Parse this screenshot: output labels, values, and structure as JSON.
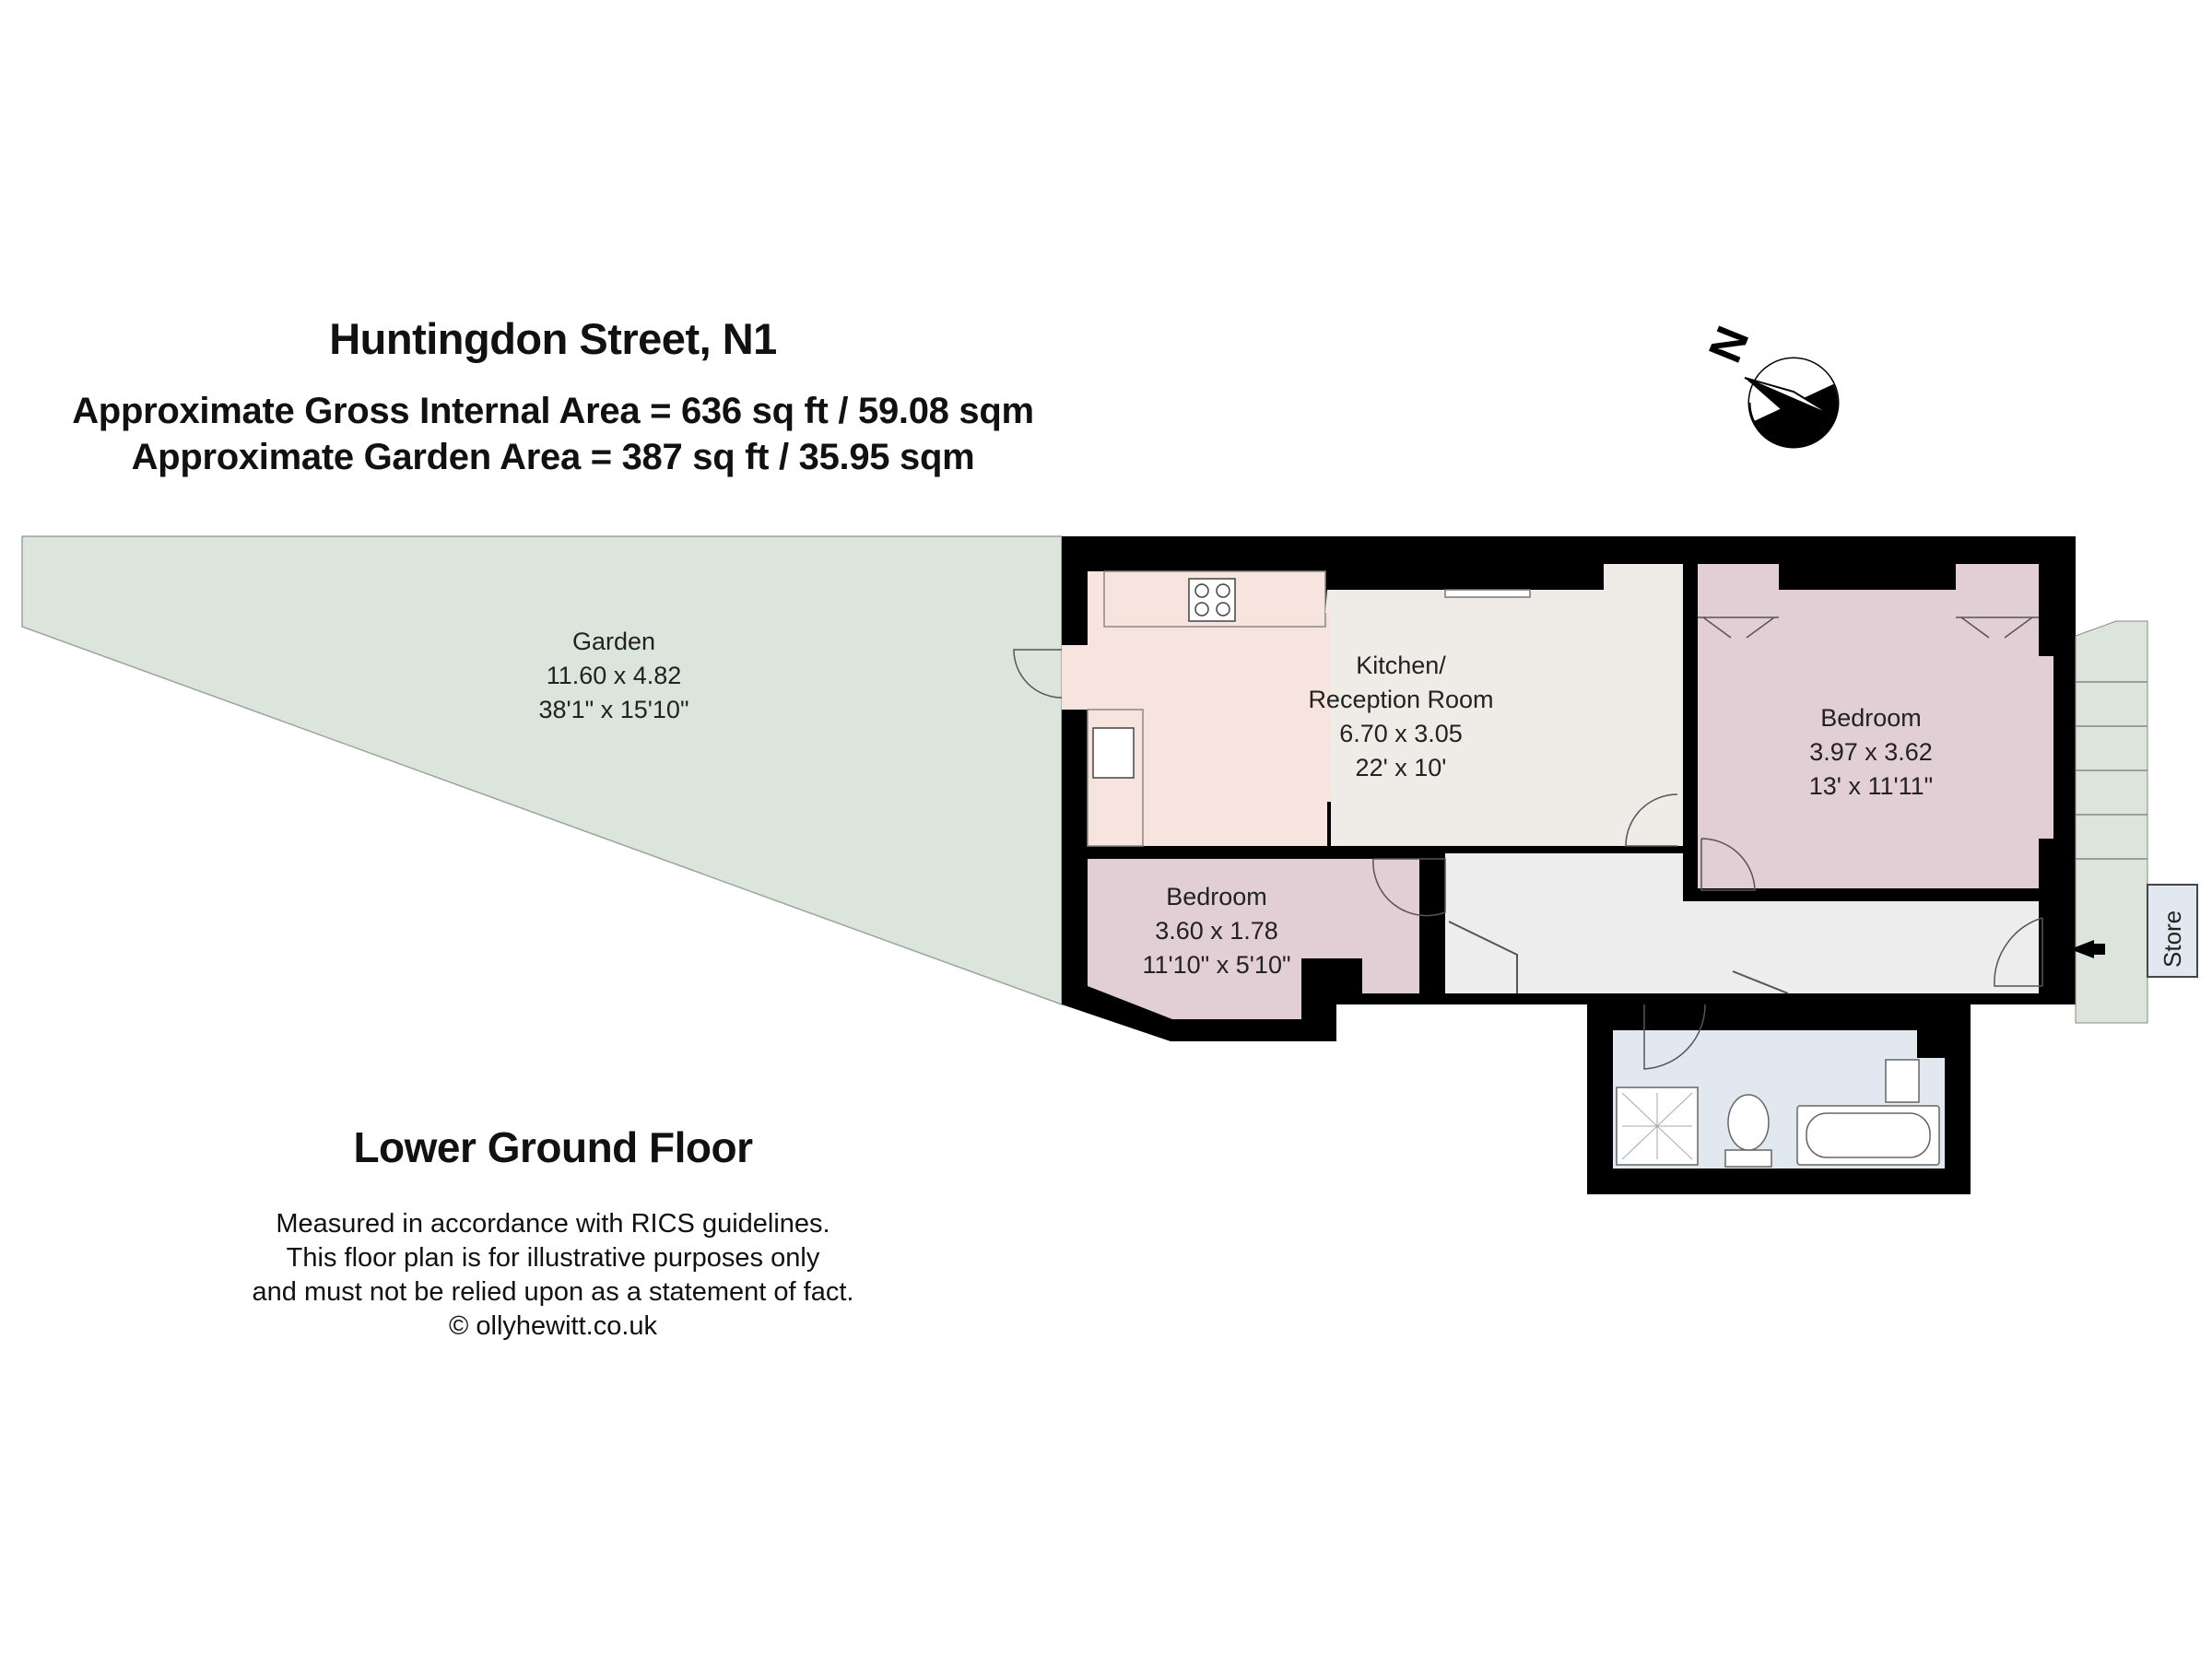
{
  "header": {
    "title": "Huntingdon Street, N1",
    "gross_internal_area": "Approximate Gross Internal Area = 636 sq ft / 59.08 sqm",
    "garden_area": "Approximate Garden Area = 387 sq ft / 35.95 sqm"
  },
  "compass": {
    "label": "N"
  },
  "rooms": {
    "garden": {
      "name": "Garden",
      "metric": "11.60 x 4.82",
      "imperial": "38'1\" x 15'10\""
    },
    "kitchen": {
      "name_line1": "Kitchen/",
      "name_line2": "Reception Room",
      "metric": "6.70 x 3.05",
      "imperial": "22' x 10'"
    },
    "bedroom_large": {
      "name": "Bedroom",
      "metric": "3.97 x 3.62",
      "imperial": "13' x 11'11\""
    },
    "bedroom_small": {
      "name": "Bedroom",
      "metric": "3.60 x 1.78",
      "imperial": "11'10\" x 5'10\""
    },
    "store": {
      "name": "Store"
    }
  },
  "floor_label": "Lower Ground Floor",
  "disclaimer": {
    "line1": "Measured in accordance with RICS guidelines.",
    "line2": "This floor plan is for illustrative purposes only",
    "line3": "and must not be relied upon as a statement of fact.",
    "line4": "© ollyhewitt.co.uk"
  },
  "colors": {
    "garden": "#dbe5dc",
    "kitchen": "#f8e4de",
    "reception": "#efebe7",
    "bedroom": "#e2cfd6",
    "hall": "#ededed",
    "bathroom": "#e1e8ef",
    "wall": "#000000"
  }
}
